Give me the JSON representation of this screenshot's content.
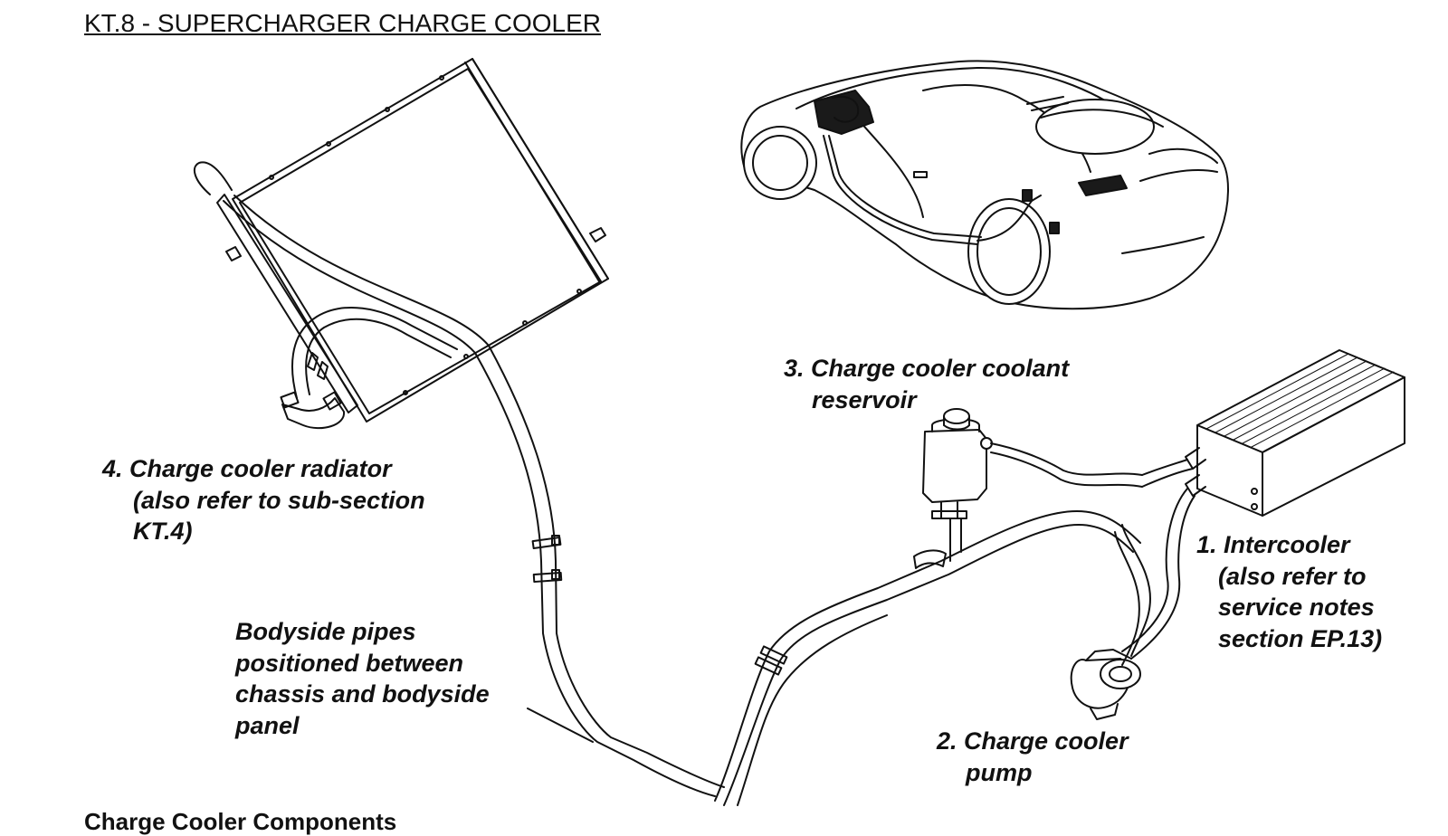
{
  "title": "KT.8 - SUPERCHARGER CHARGE COOLER",
  "callouts": {
    "intercooler": [
      "1. Intercooler",
      "(also refer to",
      "service notes",
      "section EP.13)"
    ],
    "pump": [
      "2. Charge cooler",
      "pump"
    ],
    "reservoir": [
      "3. Charge cooler coolant",
      "reservoir"
    ],
    "radiator": [
      "4. Charge cooler radiator",
      "(also refer to sub-section",
      "KT.4)"
    ],
    "bodyside_pipes": [
      "Bodyside pipes",
      "positioned between",
      "chassis and bodyside",
      "panel"
    ]
  },
  "footer": "Charge Cooler Components",
  "colors": {
    "line": "#111111",
    "background": "#ffffff",
    "fill_dark": "#1a1a1a"
  }
}
